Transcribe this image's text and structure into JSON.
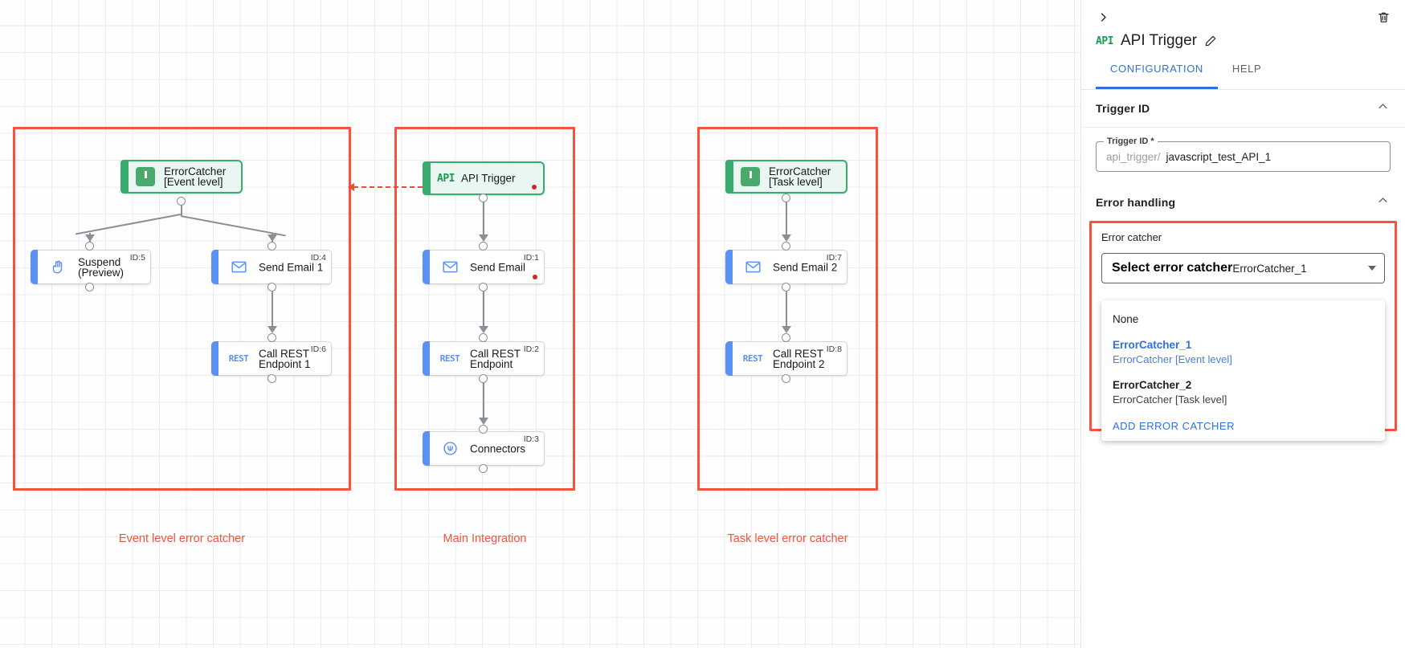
{
  "canvas": {
    "groups": [
      {
        "label": "Event level error catcher"
      },
      {
        "label": "Main Integration"
      },
      {
        "label": "Task level error catcher"
      }
    ],
    "nodes": [
      {
        "name": "ErrorCatcher\n[Event level]",
        "icon": "error-catcher-icon",
        "id": "",
        "kind": "green"
      },
      {
        "name": "Suspend\n(Preview)",
        "icon": "hand-icon",
        "id": "ID:5",
        "kind": "blue"
      },
      {
        "name": "Send Email 1",
        "icon": "envelope-icon",
        "id": "ID:4",
        "kind": "blue"
      },
      {
        "name": "Call REST\nEndpoint 1",
        "icon": "rest-icon",
        "id": "ID:6",
        "kind": "blue"
      },
      {
        "name": "API Trigger",
        "icon": "api-icon",
        "id": "",
        "kind": "green",
        "error": true
      },
      {
        "name": "Send Email",
        "icon": "envelope-icon",
        "id": "ID:1",
        "kind": "blue",
        "error": true
      },
      {
        "name": "Call REST\nEndpoint",
        "icon": "rest-icon",
        "id": "ID:2",
        "kind": "blue"
      },
      {
        "name": "Connectors",
        "icon": "connectors-icon",
        "id": "ID:3",
        "kind": "blue"
      },
      {
        "name": "ErrorCatcher\n[Task level]",
        "icon": "error-catcher-icon",
        "id": "",
        "kind": "green"
      },
      {
        "name": "Send Email 2",
        "icon": "envelope-icon",
        "id": "ID:7",
        "kind": "blue"
      },
      {
        "name": "Call REST\nEndpoint 2",
        "icon": "rest-icon",
        "id": "ID:8",
        "kind": "blue"
      }
    ]
  },
  "panel": {
    "collapse_icon": "chevron-right-icon",
    "delete_icon": "trash-icon",
    "title_icon": "API",
    "title": "API Trigger",
    "edit_icon": "pencil-icon",
    "tabs": [
      {
        "label": "CONFIGURATION",
        "active": true
      },
      {
        "label": "HELP",
        "active": false
      }
    ],
    "trigger_id_section": {
      "heading": "Trigger ID",
      "collapse_icon": "chevron-up-icon",
      "field_label": "Trigger ID *",
      "prefix": "api_trigger/",
      "value": "javascript_test_API_1"
    },
    "error_handling_section": {
      "heading": "Error handling",
      "collapse_icon": "chevron-up-icon",
      "error_catcher_title": "Error catcher",
      "select_label": "Select error catcher",
      "selected_value": "ErrorCatcher_1",
      "dropdown": {
        "options": [
          {
            "primary": "None",
            "secondary": "",
            "selected": false
          },
          {
            "primary": "ErrorCatcher_1",
            "secondary": "ErrorCatcher [Event level]",
            "selected": true
          },
          {
            "primary": "ErrorCatcher_2",
            "secondary": "ErrorCatcher [Task level]",
            "selected": false
          }
        ],
        "action_label": "ADD ERROR CATCHER"
      }
    }
  },
  "colors": {
    "accent_red": "#f4533e",
    "accent_blue": "#2f6fe0",
    "node_blue": "#5b91f5",
    "node_green": "#3aab6f"
  }
}
